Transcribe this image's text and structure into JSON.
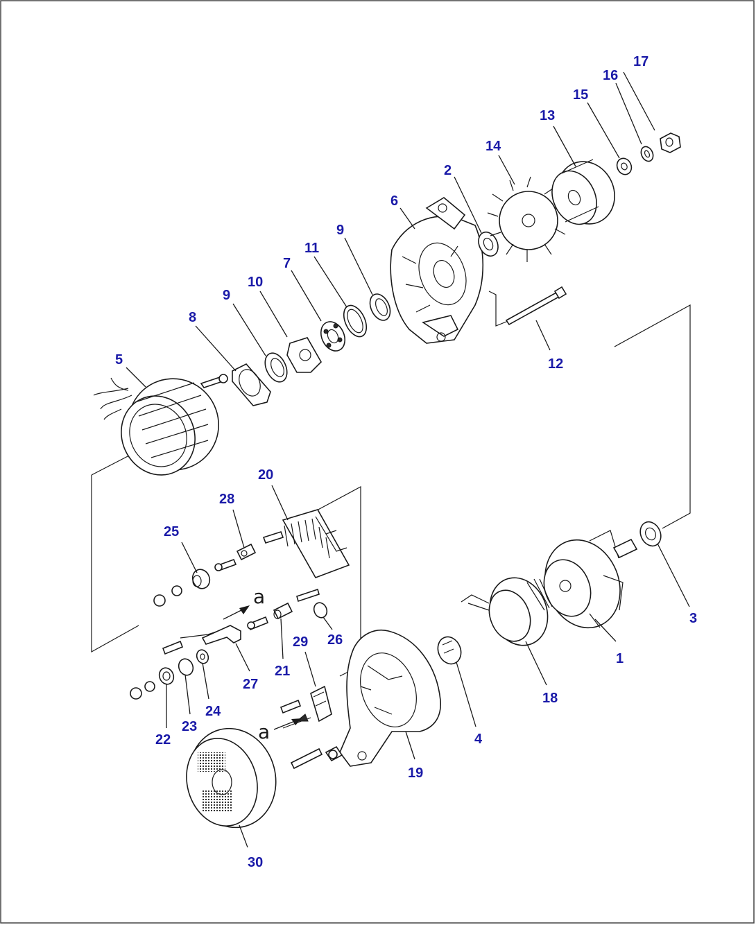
{
  "diagram": {
    "callout_color": "#1a1aa8",
    "line_color": "#1a1a1a",
    "callouts": [
      {
        "id": "c1",
        "label": "1"
      },
      {
        "id": "c2",
        "label": "2"
      },
      {
        "id": "c3",
        "label": "3"
      },
      {
        "id": "c4",
        "label": "4"
      },
      {
        "id": "c5",
        "label": "5"
      },
      {
        "id": "c6",
        "label": "6"
      },
      {
        "id": "c7",
        "label": "7"
      },
      {
        "id": "c8",
        "label": "8"
      },
      {
        "id": "c9a",
        "label": "9"
      },
      {
        "id": "c9b",
        "label": "9"
      },
      {
        "id": "c10",
        "label": "10"
      },
      {
        "id": "c11",
        "label": "11"
      },
      {
        "id": "c12",
        "label": "12"
      },
      {
        "id": "c13",
        "label": "13"
      },
      {
        "id": "c14",
        "label": "14"
      },
      {
        "id": "c15",
        "label": "15"
      },
      {
        "id": "c16",
        "label": "16"
      },
      {
        "id": "c17",
        "label": "17"
      },
      {
        "id": "c18",
        "label": "18"
      },
      {
        "id": "c19",
        "label": "19"
      },
      {
        "id": "c20",
        "label": "20"
      },
      {
        "id": "c21",
        "label": "21"
      },
      {
        "id": "c22",
        "label": "22"
      },
      {
        "id": "c23",
        "label": "23"
      },
      {
        "id": "c24",
        "label": "24"
      },
      {
        "id": "c25",
        "label": "25"
      },
      {
        "id": "c26",
        "label": "26"
      },
      {
        "id": "c27",
        "label": "27"
      },
      {
        "id": "c28",
        "label": "28"
      },
      {
        "id": "c29",
        "label": "29"
      },
      {
        "id": "c30",
        "label": "30"
      }
    ],
    "references": [
      {
        "id": "ra1",
        "label": "a"
      },
      {
        "id": "ra2",
        "label": "a"
      }
    ]
  }
}
